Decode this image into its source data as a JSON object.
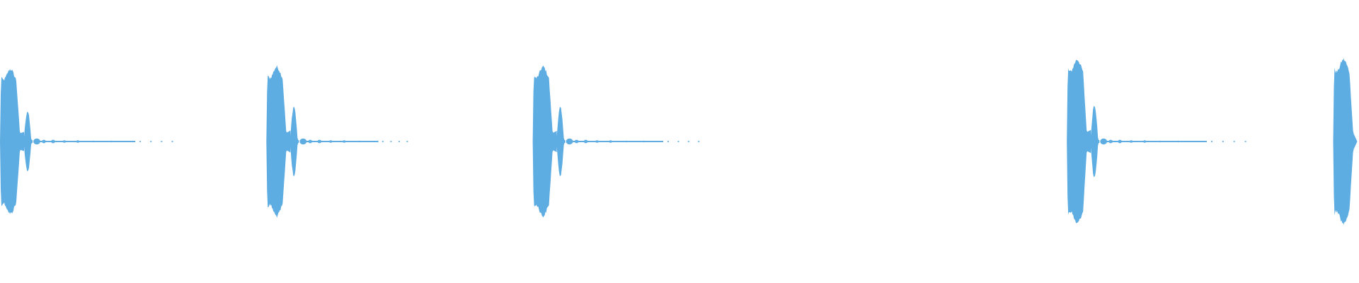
{
  "waveform": {
    "color": "#5DADE2",
    "background": "#FFFFFF",
    "description_free": true,
    "bursts": [
      {
        "start_fraction": 0.0,
        "peak_amplitude": 0.97,
        "secondary_amplitude": 0.45,
        "tail_fraction": 0.105
      },
      {
        "start_fraction": 0.196,
        "peak_amplitude": 1.0,
        "secondary_amplitude": 0.52,
        "tail_fraction": 0.08
      },
      {
        "start_fraction": 0.392,
        "peak_amplitude": 1.0,
        "secondary_amplitude": 0.5,
        "tail_fraction": 0.1
      },
      {
        "start_fraction": 0.785,
        "peak_amplitude": 1.1,
        "secondary_amplitude": 0.55,
        "tail_fraction": 0.11
      },
      {
        "start_fraction": 0.981,
        "peak_amplitude": 1.1,
        "secondary_amplitude": 0.0,
        "tail_fraction": 0.0
      }
    ]
  }
}
